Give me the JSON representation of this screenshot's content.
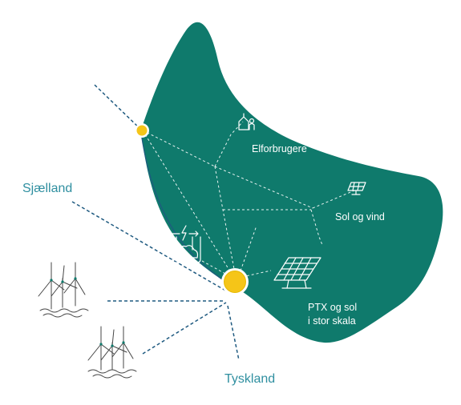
{
  "labels": {
    "sjaelland": "Sjælland",
    "tyskland": "Tyskland",
    "elforbrugere": "Elforbrugere",
    "sol_og_vind": "Sol og vind",
    "ptx_line1": "PTX og sol",
    "ptx_line2": "i stor skala"
  },
  "colors": {
    "region_fill": "#0f7a6c",
    "node_yellow": "#f5c518",
    "external_label": "#2f8fa0",
    "connection_dark": "#1f5a80",
    "internal_line": "#ffffff"
  },
  "icons": [
    "consumers-icon",
    "small-solar-panel-icon",
    "ptx-electrolysis-icon",
    "large-solar-panel-icon",
    "offshore-wind-farm-icon"
  ]
}
